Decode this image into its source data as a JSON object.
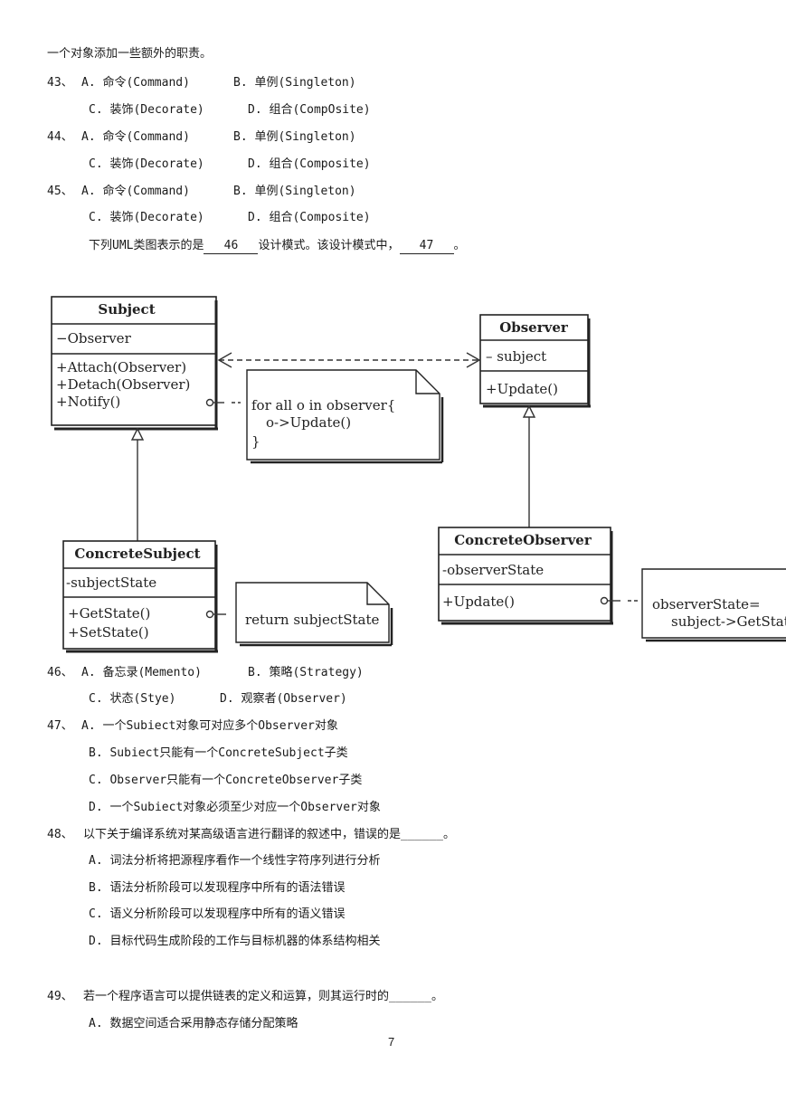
{
  "intro_line": "一个对象添加一些额外的职责。",
  "q43": {
    "num": "43、",
    "a": "A. 命令(Command)",
    "b": "B. 单例(Singleton)",
    "c": "C. 装饰(Decorate)",
    "d": "D. 组合(CompOsite)"
  },
  "q44": {
    "num": "44、",
    "a": "A. 命令(Command)",
    "b": "B. 单例(Singleton)",
    "c": "C. 装饰(Decorate)",
    "d": "D. 组合(Composite)"
  },
  "q45": {
    "num": "45、",
    "a": "A. 命令(Command)",
    "b": "B. 单例(Singleton)",
    "c": "C. 装饰(Decorate)",
    "d": "D. 组合(Composite)"
  },
  "uml_question": {
    "part1": "下列UML类图表示的是",
    "blank1": "46",
    "part2": "设计模式。该设计模式中，",
    "blank2": "47",
    "part3": "。"
  },
  "diagram": {
    "subject": {
      "name": "Subject",
      "attr": "−Observer",
      "ops": [
        "+Attach(Observer)",
        "+Detach(Observer)",
        "+Notify()"
      ]
    },
    "observer": {
      "name": "Observer",
      "attr": "– subject",
      "ops": [
        "+Update()"
      ]
    },
    "concrete_subject": {
      "name": "ConcreteSubject",
      "attr": "-subjectState",
      "ops": [
        "+GetState()",
        "+SetState()"
      ]
    },
    "concrete_observer": {
      "name": "ConcreteObserver",
      "attr": "-observerState",
      "ops": [
        "+Update()"
      ]
    },
    "note_notify": [
      "for all o in observer{",
      "o->Update()",
      "}"
    ],
    "note_getstate": [
      "return subjectState"
    ],
    "note_update": [
      "observerState=",
      "subject->GetState"
    ]
  },
  "q46": {
    "num": "46、",
    "a": "A. 备忘录(Memento)",
    "b": "B. 策略(Strategy)",
    "c": "C. 状态(Stye)",
    "d": "D. 观察者(Observer)"
  },
  "q47": {
    "num": "47、",
    "a": "A. 一个Subiect对象可对应多个Observer对象",
    "b": "B. Subiect只能有一个ConcreteSubject子类",
    "c": "C. Observer只能有一个ConcreteObserver子类",
    "d": "D. 一个Subiect对象必须至少对应一个Observer对象"
  },
  "q48": {
    "num": "48、",
    "stem": "以下关于编译系统对某高级语言进行翻译的叙述中，错误的是______。",
    "a": "A. 词法分析将把源程序看作一个线性字符序列进行分析",
    "b": "B. 语法分析阶段可以发现程序中所有的语法错误",
    "c": "C. 语义分析阶段可以发现程序中所有的语义错误",
    "d": "D. 目标代码生成阶段的工作与目标机器的体系结构相关"
  },
  "q49": {
    "num": "49、",
    "stem": "若一个程序语言可以提供链表的定义和运算，则其运行时的______。",
    "a": "A. 数据空间适合采用静态存储分配策略"
  },
  "page_number": "7"
}
